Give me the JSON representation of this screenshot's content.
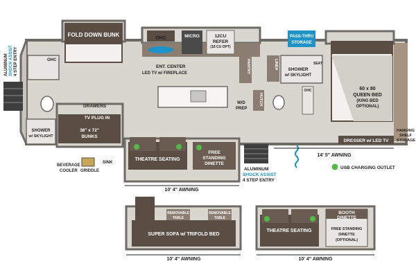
{
  "colors": {
    "floor": "#d9d5cf",
    "wall": "#6e6a66",
    "dark_furniture": "#4c3f37",
    "cabinet": "#7a6b60",
    "accent_blue": "#1d93c9",
    "usb_green": "#55b948"
  },
  "labels": {
    "fold_down_bunk": "FOLD DOWN BUNK",
    "ohc_left": "OHC",
    "ohc_kitchen": "OHC",
    "micro": "MICRO",
    "refer_line1": "12CU",
    "refer_line2": "REFER",
    "refer_line3": "(18 CU OPT)",
    "pass_thru_1": "PASS-THRU",
    "pass_thru_2": "STORAGE",
    "ent_center_1": "ENT. CENTER",
    "ent_center_2": "LED TV w/ FIREPLACE",
    "pantry": "PANTRY",
    "linen": "LINEN",
    "shower_skylight_1": "SHOWER",
    "shower_skylight_2": "w/ SKYLIGHT",
    "seat": "SEAT",
    "ohc_bath": "OHC",
    "queen_bed_1": "60 x 80",
    "queen_bed_2": "QUEEN BED",
    "queen_bed_3": "(KING BED",
    "queen_bed_4": "OPTIONAL)",
    "wd_prep_1": "W/D",
    "wd_prep_2": "PREP",
    "hutch": "HUTCH",
    "drawers": "DRAWERS",
    "tv_plug_in": "TV PLUG IN",
    "bunks_1": "38\" x 72\"",
    "bunks_2": "BUNKS",
    "shower_left_1": "SHOWER",
    "shower_left_2": "w/ SKYLIGHT",
    "theatre_seating": "THEATRE SEATING",
    "free_dinette_1": "FREE",
    "free_dinette_2": "STANDING",
    "free_dinette_3": "DINETTE",
    "dresser_tv": "DRESSER w/ LED TV",
    "hanging_1": "HANGING",
    "hanging_2": "SHELF",
    "hanging_3": "STORAGE",
    "awning_14": "14' 5\" AWNING",
    "usb_outlet": "USB CHARGING OUTLET",
    "alum_right_1": "ALUMINUM",
    "alum_right_2": "SHOCK ASSIST",
    "alum_right_3": "4 STEP ENTRY",
    "alum_left_1": "ALUMINUM",
    "alum_left_2": "SHOCK ASSIST",
    "alum_left_3": "4 STEP ENTRY",
    "sink": "SINK",
    "beverage_1": "BEVERAGE",
    "beverage_2": "COOLER",
    "griddle": "GRIDDLE",
    "awning_10_a": "10' 4\" AWNING",
    "awning_10_b": "10' 4\" AWNING",
    "awning_10_c": "10' 4\" AWNING",
    "super_sofa": "SUPER SOFA w/ TRIFOLD BED",
    "removable_table_1a": "REMOVABLE",
    "removable_table_1b": "TABLE",
    "removable_table_2a": "REMOVABLE",
    "removable_table_2b": "TABLE",
    "theatre_seating_alt": "THEATRE SEATING",
    "booth_dinette_1": "BOOTH",
    "booth_dinette_2": "DINETTE",
    "free_opt_1": "FREE STANDING",
    "free_opt_2": "DINETTE",
    "free_opt_3": "(OPTIONAL)"
  }
}
